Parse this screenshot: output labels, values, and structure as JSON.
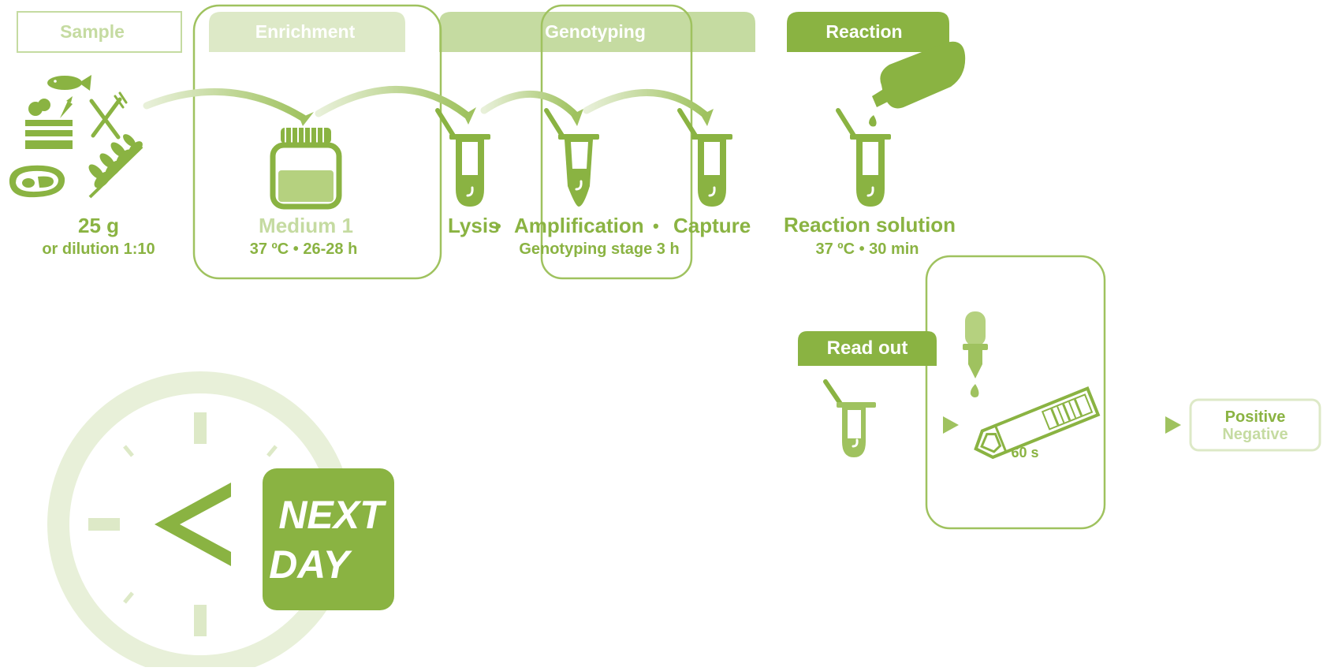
{
  "stages": {
    "sample": "Sample",
    "enrichment": "Enrichment",
    "genotyping": "Genotyping",
    "reaction": "Reaction",
    "readout": "Read out"
  },
  "sample": {
    "amount": "25 g",
    "dilution": "or dilution 1:10"
  },
  "enrichment": {
    "medium": "Medium 1",
    "conditions": "37 ºC • 26-28 h"
  },
  "genotyping": {
    "lysis": "Lysis",
    "amplification": "Amplification",
    "capture": "Capture",
    "sep1": "•",
    "sep2": "•",
    "duration": "Genotyping stage 3 h"
  },
  "reaction": {
    "solution": "Reaction solution",
    "conditions": "37 ºC • 30 min"
  },
  "readout": {
    "time": "60 s",
    "positive": "Positive",
    "negative": "Negative"
  },
  "badge": {
    "line1": "NEXT",
    "line2": "DAY",
    "symbol": "<"
  },
  "colors": {
    "green_dark": "#8ab342",
    "green_mid": "#9fc25f",
    "green_light": "#c5dba1",
    "green_pale": "#dde9c7"
  }
}
